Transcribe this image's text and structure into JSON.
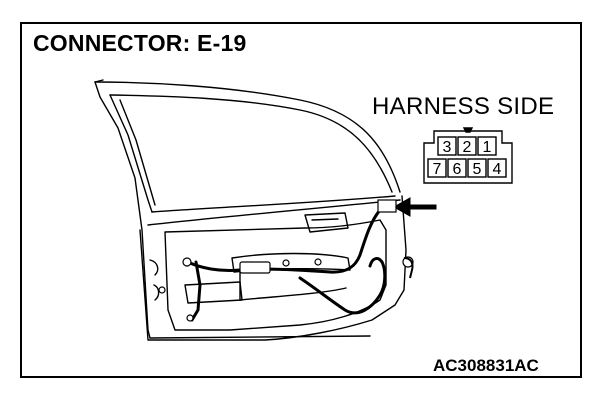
{
  "title": "CONNECTOR: E-19",
  "harness_label": "HARNESS SIDE",
  "figure_code": "AC308831AC",
  "connector": {
    "top_row_pins": [
      "3",
      "2",
      "1"
    ],
    "bottom_row_pins": [
      "7",
      "6",
      "5",
      "4"
    ]
  },
  "icons": {
    "arrow": "arrow-icon",
    "door": "door-diagram-icon"
  }
}
